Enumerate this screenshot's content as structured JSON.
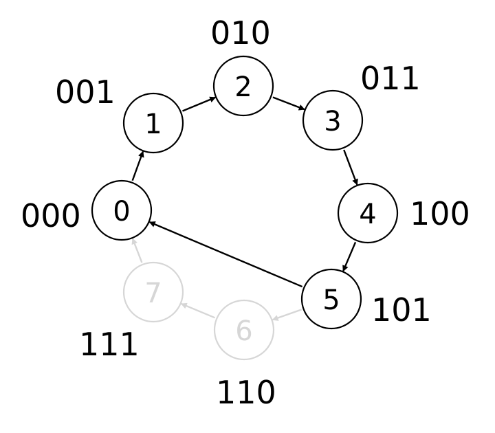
{
  "colors": {
    "active": "#000000",
    "inactive": "#d6d6d6",
    "background": "#ffffff"
  },
  "nodes": [
    {
      "label": "0",
      "code": "000",
      "active": true
    },
    {
      "label": "1",
      "code": "001",
      "active": true
    },
    {
      "label": "2",
      "code": "010",
      "active": true
    },
    {
      "label": "3",
      "code": "011",
      "active": true
    },
    {
      "label": "4",
      "code": "100",
      "active": true
    },
    {
      "label": "5",
      "code": "101",
      "active": true
    },
    {
      "label": "6",
      "code": "110",
      "active": false
    },
    {
      "label": "7",
      "code": "111",
      "active": false
    }
  ],
  "edges": [
    {
      "from": "0",
      "to": "1",
      "active": true
    },
    {
      "from": "1",
      "to": "2",
      "active": true
    },
    {
      "from": "2",
      "to": "3",
      "active": true
    },
    {
      "from": "3",
      "to": "4",
      "active": true
    },
    {
      "from": "4",
      "to": "5",
      "active": true
    },
    {
      "from": "5",
      "to": "0",
      "active": true
    },
    {
      "from": "5",
      "to": "6",
      "active": false
    },
    {
      "from": "6",
      "to": "7",
      "active": false
    },
    {
      "from": "7",
      "to": "0",
      "active": false
    }
  ]
}
